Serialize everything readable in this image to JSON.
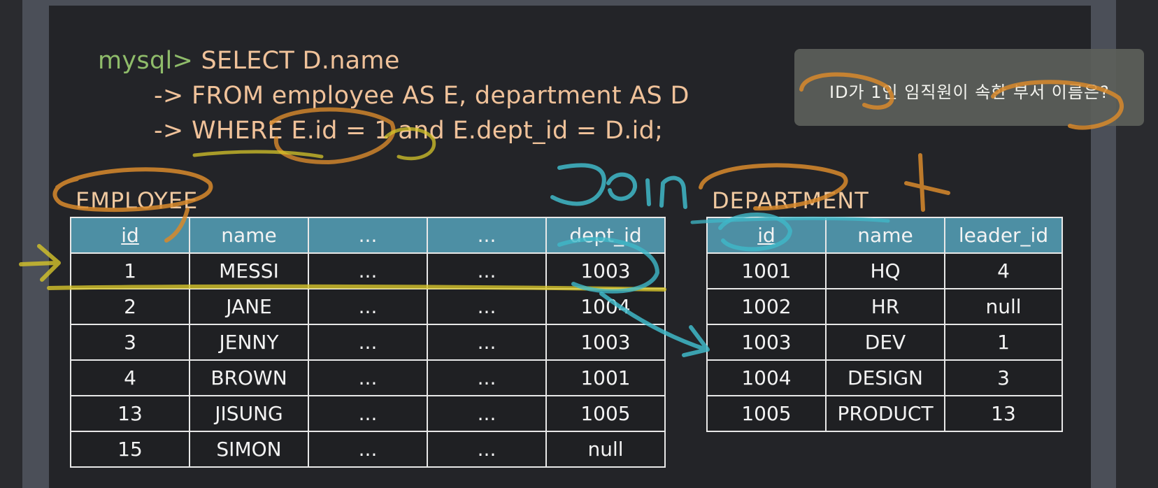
{
  "sql": {
    "prompt": "mysql>",
    "line1": " SELECT D.name",
    "arrow": "->",
    "line2": " FROM employee AS E, department AS D",
    "line3": " WHERE E.id = 1 and E.dept_id = D.id;"
  },
  "callout": {
    "text": "ID가 1인 임직원이 속한 부서 이름은?"
  },
  "employee": {
    "caption": "EMPLOYEE",
    "headers": [
      "id",
      "name",
      "...",
      "...",
      "dept_id"
    ],
    "rows": [
      [
        "1",
        "MESSI",
        "...",
        "...",
        "1003"
      ],
      [
        "2",
        "JANE",
        "...",
        "...",
        "1004"
      ],
      [
        "3",
        "JENNY",
        "...",
        "...",
        "1003"
      ],
      [
        "4",
        "BROWN",
        "...",
        "...",
        "1001"
      ],
      [
        "13",
        "JISUNG",
        "...",
        "...",
        "1005"
      ],
      [
        "15",
        "SIMON",
        "...",
        "...",
        "null"
      ]
    ]
  },
  "department": {
    "caption": "DEPARTMENT",
    "headers": [
      "id",
      "name",
      "leader_id"
    ],
    "rows": [
      [
        "1001",
        "HQ",
        "4"
      ],
      [
        "1002",
        "HR",
        "null"
      ],
      [
        "1003",
        "DEV",
        "1"
      ],
      [
        "1004",
        "DESIGN",
        "3"
      ],
      [
        "1005",
        "PRODUCT",
        "13"
      ]
    ]
  },
  "annotation": {
    "handwriting": "Join"
  },
  "colors": {
    "sql_prompt": "#8fbc6a",
    "sql_code": "#f0c29a",
    "table_header": "#4d8fa4",
    "orange_ink": "#d88a2c",
    "yellow_ink": "#d6c42a",
    "cyan_ink": "#3fb8c8"
  }
}
